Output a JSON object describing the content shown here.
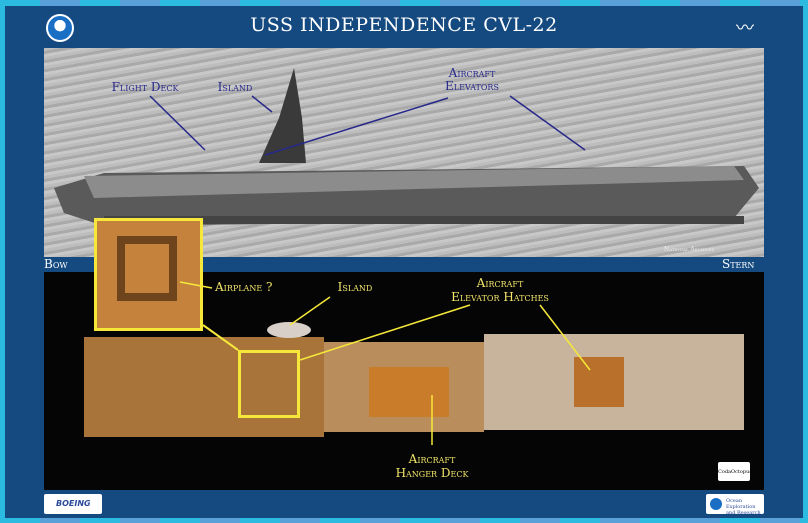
{
  "title": "USS INDEPENDENCE  CVL-22",
  "photo": {
    "labels": {
      "flight_deck": "Flight Deck",
      "island": "Island",
      "elevators_1": "Aircraft",
      "elevators_2": "Elevators"
    },
    "credit": "National Archives"
  },
  "orientation": {
    "bow": "Bow",
    "stern": "Stern"
  },
  "sonar": {
    "labels": {
      "airplane": "Airplane ?",
      "island": "Island",
      "hatches_1": "Aircraft",
      "hatches_2": "Elevator Hatches",
      "hanger_1": "Aircraft",
      "hanger_2": "Hanger Deck"
    }
  },
  "logos": {
    "noaa": "NOAA",
    "sanctuaries": "National Marine Sanctuaries",
    "boeing": "BOEING",
    "coda": "CodaOctopus",
    "oer": "Ocean Exploration and Research"
  },
  "colors": {
    "panel": "#154a80",
    "photo_label": "#27288a",
    "sonar_label": "#f2e56a",
    "border": "#2bbbe0"
  }
}
